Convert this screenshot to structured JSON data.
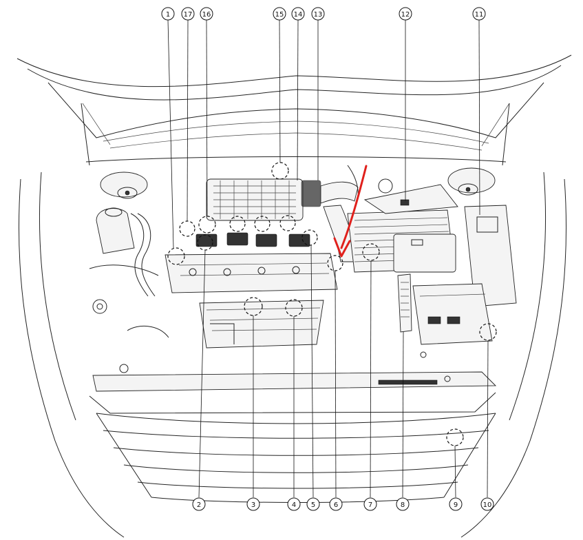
{
  "callouts": [
    {
      "id": "1",
      "label": "1"
    },
    {
      "id": "2",
      "label": "2"
    },
    {
      "id": "3",
      "label": "3"
    },
    {
      "id": "4",
      "label": "4"
    },
    {
      "id": "5",
      "label": "5"
    },
    {
      "id": "6",
      "label": "6"
    },
    {
      "id": "7",
      "label": "7"
    },
    {
      "id": "8",
      "label": "8"
    },
    {
      "id": "9",
      "label": "9"
    },
    {
      "id": "10",
      "label": "10"
    },
    {
      "id": "11",
      "label": "11"
    },
    {
      "id": "12",
      "label": "12"
    },
    {
      "id": "13",
      "label": "13"
    },
    {
      "id": "14",
      "label": "14"
    },
    {
      "id": "15",
      "label": "15"
    },
    {
      "id": "16",
      "label": "16"
    },
    {
      "id": "17",
      "label": "17"
    }
  ],
  "annotation": {
    "arrow_color": "#e0201c"
  }
}
